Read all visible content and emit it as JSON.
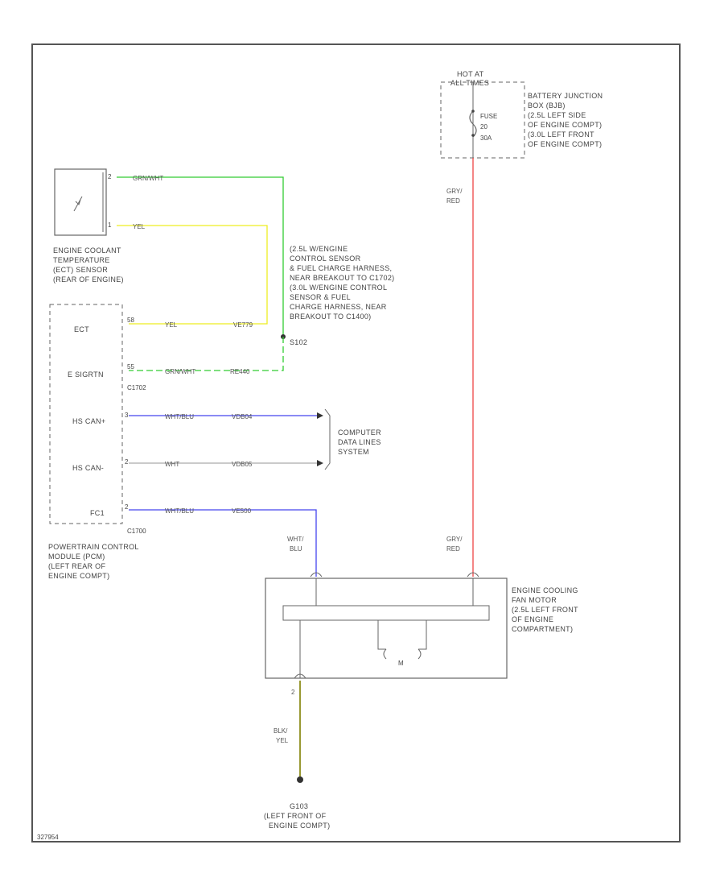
{
  "colors": {
    "green_wire": "#33cc33",
    "yellow_wire": "#eeee22",
    "blue_wire": "#4444ee",
    "white_wire": "#aaaaaa",
    "red_wire": "#ee4444",
    "black_yellow_wire": "#999933",
    "frame": "#555555"
  },
  "fuse_box": {
    "hot_at_line1": "HOT AT",
    "hot_at_line2": "ALL TIMES",
    "fuse_line1": "FUSE",
    "fuse_line2": "20",
    "fuse_line3": "30A",
    "label": [
      "BATTERY JUNCTION",
      "BOX (BJB)",
      "(2.5L LEFT SIDE",
      "OF ENGINE COMPT)",
      "(3.0L LEFT FRONT",
      "OF ENGINE COMPT)"
    ]
  },
  "ect_sensor": {
    "label": [
      "ENGINE COOLANT",
      "TEMPERATURE",
      "(ECT) SENSOR",
      "(REAR OF ENGINE)"
    ],
    "pin1": "2",
    "pin2": "1"
  },
  "splice_note": [
    "(2.5L W/ENGINE",
    "CONTROL SENSOR",
    "& FUEL CHARGE HARNESS,",
    "NEAR BREAKOUT TO C1702)",
    "(3.0L W/ENGINE CONTROL",
    "SENSOR & FUEL",
    "CHARGE HARNESS, NEAR",
    "BREAKOUT TO C1400)",
    "S102"
  ],
  "pcm": {
    "label": [
      "POWERTRAIN CONTROL",
      "MODULE (PCM)",
      "(LEFT REAR OF",
      "ENGINE COMPT)"
    ],
    "pins": [
      {
        "name": "ECT",
        "num": "58"
      },
      {
        "name": "E SIGRTN",
        "num": "55"
      },
      {
        "name": "HS CAN+",
        "num": "3"
      },
      {
        "name": "HS CAN-",
        "num": "2"
      },
      {
        "name": "FC1",
        "num": "2"
      }
    ],
    "connector_top": "C1702",
    "connector_bottom": "C1700"
  },
  "wires": {
    "ect_sig_top": "GRN/WHT",
    "ect_yel_top": "YEL",
    "ect_pcm_color": "YEL",
    "ect_pcm_circuit": "VE779",
    "sigrtn_color": "GRN/WHT",
    "sigrtn_circuit": "RE440",
    "hscanp_color": "WHT/BLU",
    "hscanp_circuit": "VDB04",
    "hscanm_color": "WHT",
    "hscanm_circuit": "VDB05",
    "fc1_color": "WHT/BLU",
    "fc1_circuit": "VE500",
    "fan_left_line1": "WHT/",
    "fan_left_line2": "BLU",
    "gry_red_top_line1": "GRY/",
    "gry_red_top_line2": "RED",
    "gry_red_bottom_line1": "GRY/",
    "gry_red_bottom_line2": "RED",
    "ground_pin": "2",
    "ground_color_line1": "BLK/",
    "ground_color_line2": "YEL"
  },
  "data_lines": [
    "COMPUTER",
    "DATA LINES",
    "SYSTEM"
  ],
  "fan": {
    "label": [
      "ENGINE COOLING",
      "FAN MOTOR",
      "(2.5L LEFT FRONT",
      "OF ENGINE",
      "COMPARTMENT)"
    ],
    "motor_symbol": "M"
  },
  "ground": {
    "label": [
      "G103",
      "(LEFT FRONT OF",
      "ENGINE COMPT)"
    ]
  },
  "diagram_id": "327954"
}
